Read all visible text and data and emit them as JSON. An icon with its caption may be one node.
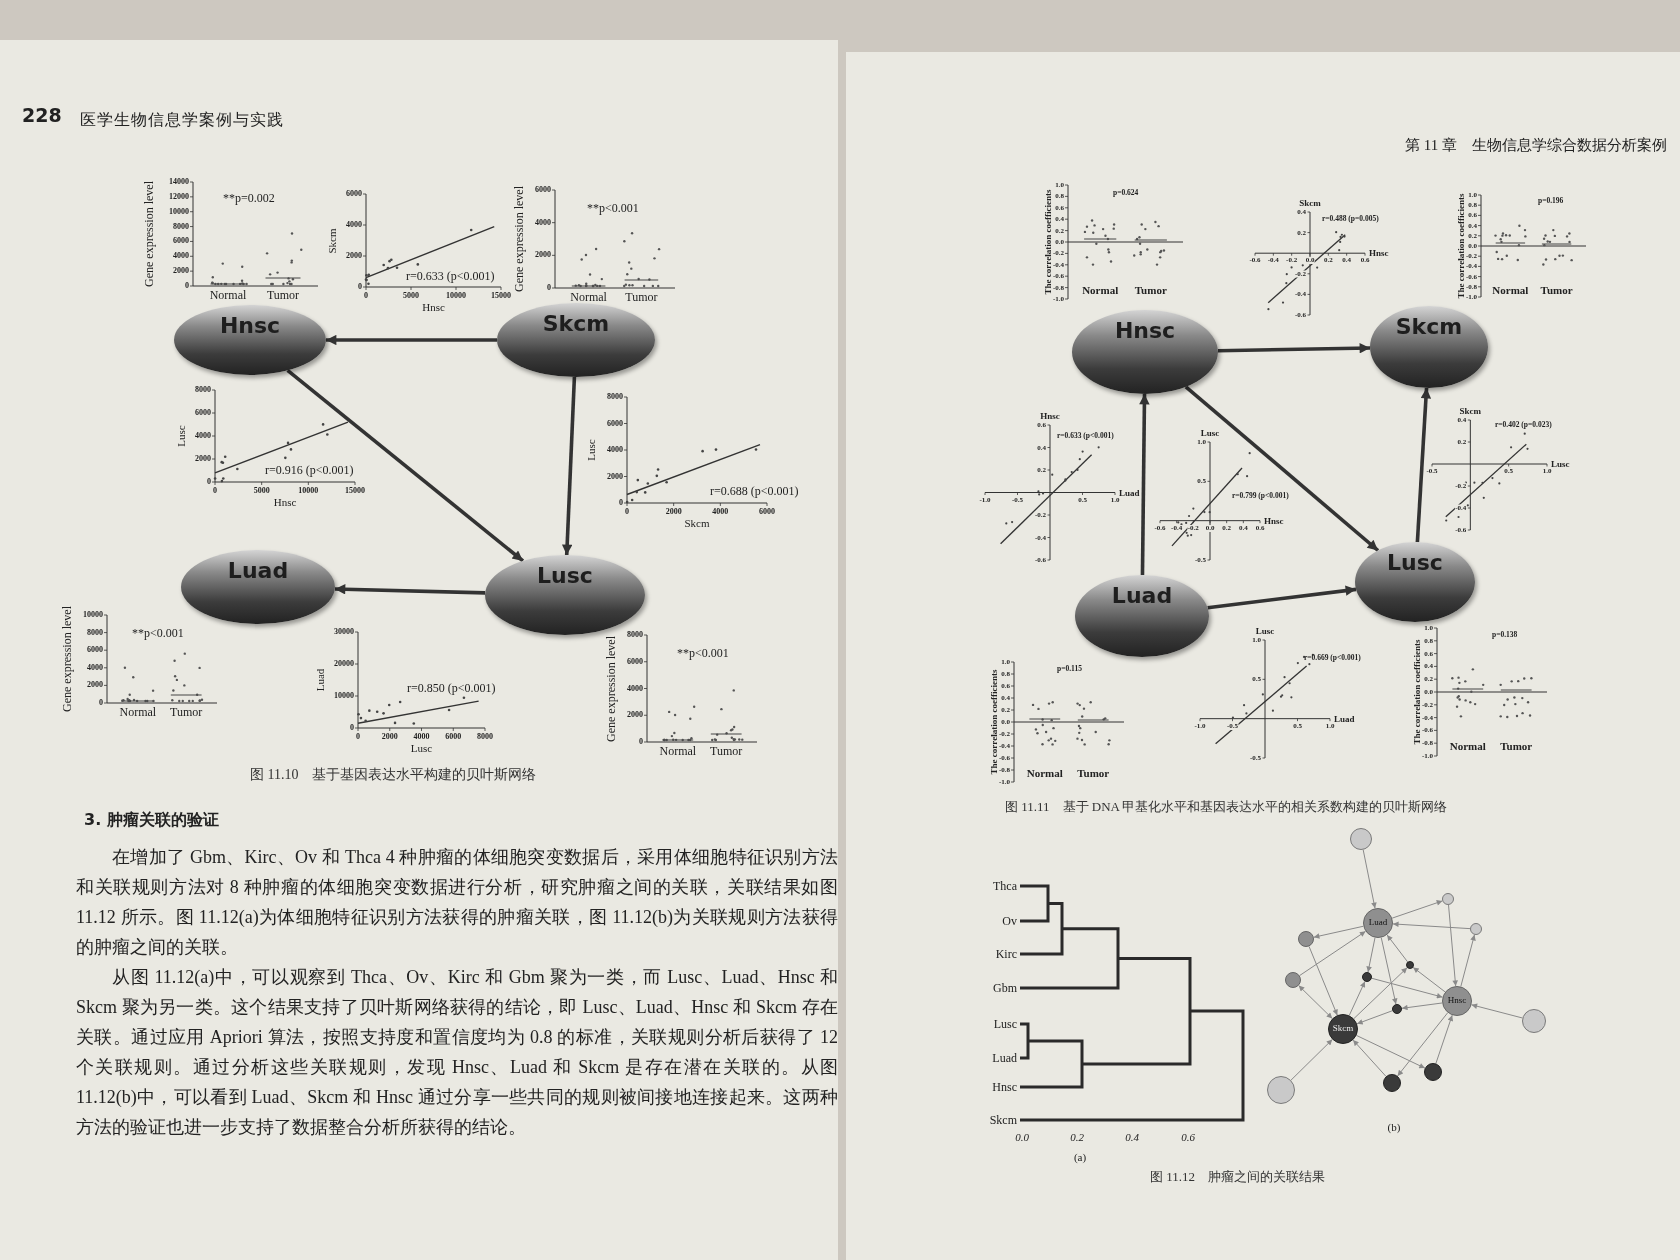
{
  "diagram": {
    "nodes": [
      {
        "text": [
          "Hnsc"
        ]
      },
      {
        "text": [
          "Skcm"
        ]
      },
      {
        "text": [
          "Luad"
        ]
      },
      {
        "text": [
          "Lusc"
        ]
      },
      {
        "text": [
          "Hnsc"
        ]
      },
      {
        "text": [
          "Skcm"
        ]
      },
      {
        "text": [
          "Lusc"
        ]
      },
      {
        "text": [
          "Luad"
        ]
      },
      {
        "text": [],
        "shape": "circle"
      },
      {
        "text": [],
        "shape": "circle"
      },
      {
        "text": [
          "Luad"
        ]
      },
      {
        "text": [],
        "shape": "circle"
      },
      {
        "text": [],
        "shape": "circle"
      },
      {
        "text": [],
        "shape": "circle"
      },
      {
        "text": [],
        "shape": "circle"
      },
      {
        "text": [],
        "shape": "circle"
      },
      {
        "text": [
          "Hnsc"
        ]
      },
      {
        "text": [],
        "shape": "circle"
      },
      {
        "text": [],
        "shape": "circle"
      },
      {
        "text": [
          "Skcm"
        ]
      },
      {
        "text": [],
        "shape": "circle"
      },
      {
        "text": [],
        "shape": "circle"
      },
      {
        "text": [],
        "shape": "circle"
      }
    ],
    "edges": [
      {
        "from": 1,
        "to": 0,
        "arrow": "to",
        "style": "thick",
        "color": "#333333"
      },
      {
        "from": 0,
        "to": 3,
        "arrow": "to",
        "style": "thick",
        "color": "#333333"
      },
      {
        "from": 1,
        "to": 3,
        "arrow": "to",
        "style": "thick",
        "color": "#333333"
      },
      {
        "from": 3,
        "to": 2,
        "arrow": "to",
        "style": "thick",
        "color": "#333333"
      },
      {
        "from": 4,
        "to": 5,
        "arrow": "to",
        "style": "thick",
        "color": "#333333"
      },
      {
        "from": 4,
        "to": 6,
        "arrow": "to",
        "style": "thick",
        "color": "#333333"
      },
      {
        "from": 6,
        "to": 5,
        "arrow": "to",
        "style": "thick",
        "color": "#333333"
      },
      {
        "from": 7,
        "to": 4,
        "arrow": "to",
        "style": "thick",
        "color": "#333333"
      },
      {
        "from": 7,
        "to": 6,
        "arrow": "to",
        "style": "thick",
        "color": "#333333"
      },
      {
        "from": 8,
        "to": 10,
        "arrow": "to"
      },
      {
        "from": 10,
        "to": 9,
        "arrow": "to"
      },
      {
        "from": 11,
        "to": 10,
        "arrow": "to"
      },
      {
        "from": 10,
        "to": 12,
        "arrow": "to"
      },
      {
        "from": 15,
        "to": 10,
        "arrow": "to"
      },
      {
        "from": 10,
        "to": 14,
        "arrow": "to"
      },
      {
        "from": 10,
        "to": 17,
        "arrow": "to"
      },
      {
        "from": 13,
        "to": 10,
        "arrow": "to"
      },
      {
        "from": 9,
        "to": 16,
        "arrow": "to"
      },
      {
        "from": 16,
        "to": 11,
        "arrow": "to"
      },
      {
        "from": 12,
        "to": 19,
        "arrow": "to"
      },
      {
        "from": 19,
        "to": 15,
        "arrow": "both"
      },
      {
        "from": 14,
        "to": 16,
        "arrow": "to"
      },
      {
        "from": 16,
        "to": 13,
        "arrow": "to"
      },
      {
        "from": 16,
        "to": 17,
        "arrow": "to"
      },
      {
        "from": 19,
        "to": 14,
        "arrow": "to"
      },
      {
        "from": 19,
        "to": 13,
        "arrow": "to"
      },
      {
        "from": 17,
        "to": 19,
        "arrow": "to"
      },
      {
        "from": 18,
        "to": 16,
        "arrow": "to"
      },
      {
        "from": 16,
        "to": 21,
        "arrow": "to"
      },
      {
        "from": 20,
        "to": 16,
        "arrow": "to"
      },
      {
        "from": 19,
        "to": 20,
        "arrow": "to"
      },
      {
        "from": 21,
        "to": 19,
        "arrow": "to"
      },
      {
        "from": 22,
        "to": 19,
        "arrow": "to"
      }
    ],
    "labels": [
      "228",
      "医学生物信息学案例与实践",
      "Gene expression level",
      "14000",
      "12000",
      "10000",
      "8000",
      "6000",
      "4000",
      "2000",
      "0",
      "**p=0.002",
      "Normal",
      "Tumor",
      "Skcm",
      "6000",
      "4000",
      "2000",
      "0",
      "0",
      "5000",
      "10000",
      "15000",
      "Hnsc",
      "r=0.633 (p<0.001)",
      "Gene expression level",
      "6000",
      "4000",
      "2000",
      "0",
      "**p<0.001",
      "Normal",
      "Tumor",
      "Lusc",
      "8000",
      "6000",
      "4000",
      "2000",
      "0",
      "0",
      "5000",
      "10000",
      "15000",
      "Hnsc",
      "r=0.916 (p<0.001)",
      "Lusc",
      "8000",
      "6000",
      "4000",
      "2000",
      "0",
      "0",
      "2000",
      "4000",
      "6000",
      "Skcm",
      "r=0.688 (p<0.001)",
      "Gene expression level",
      "10000",
      "8000",
      "6000",
      "4000",
      "2000",
      "0",
      "**p<0.001",
      "Normal",
      "Tumor",
      "Luad",
      "30000",
      "20000",
      "10000",
      "0",
      "0",
      "2000",
      "4000",
      "6000",
      "8000",
      "Lusc",
      "r=0.850 (p<0.001)",
      "Gene expression level",
      "8000",
      "6000",
      "4000",
      "2000",
      "0",
      "**p<0.001",
      "Normal",
      "Tumor",
      "图 11.10　基于基因表达水平构建的贝叶斯网络",
      "3. 肿瘤关联的验证",
      "在增加了 Gbm、Kirc、Ov 和 Thca 4 种肿瘤的体细胞突变数据后，采用体细胞特征识别方法和关联规则方法对 8 种肿瘤的体细胞突变数据进行分析，研究肿瘤之间的关联，关联结果如图 11.12 所示。图 11.12(a)为体细胞特征识别方法获得的肿瘤关联，图 11.12(b)为关联规则方法获得的肿瘤之间的关联。",
      "从图 11.12(a)中，可以观察到 Thca、Ov、Kirc 和 Gbm 聚为一类，而 Lusc、Luad、Hnsc 和 Skcm 聚为另一类。这个结果支持了贝叶斯网络获得的结论，即 Lusc、Luad、Hnsc 和 Skcm 存在关联。通过应用 Apriori 算法，按照支持度和置信度均为 0.8 的标准，关联规则分析后获得了 12 个关联规则。通过分析这些关联规则，发现 Hnsc、Luad 和 Skcm 是存在潜在关联的。从图 11.12(b)中，可以看到 Luad、Skcm 和 Hnsc 通过分享一些共同的规则被间接地连接起来。这两种方法的验证也进一步支持了数据整合分析所获得的结论。",
      "第 11 章　生物信息学综合数据分析案例",
      "The correlation coefficients",
      "1.0",
      "0.8",
      "0.6",
      "0.4",
      "0.2",
      "0.0",
      "-0.2",
      "-0.4",
      "-0.6",
      "-0.8",
      "-1.0",
      "p=0.624",
      "Normal",
      "Tumor",
      "Skcm",
      "0.4",
      "0.2",
      "-0.2",
      "-0.4",
      "-0.6",
      "-0.6",
      "-0.4",
      "-0.2",
      "0.0",
      "0.2",
      "0.4",
      "0.6",
      "Hnsc",
      "r=0.488 (p=0.005)",
      "The correlation coefficients",
      "1.0",
      "0.8",
      "0.6",
      "0.4",
      "0.2",
      "0.0",
      "-0.2",
      "-0.4",
      "-0.6",
      "-0.8",
      "-1.0",
      "p=0.196",
      "Normal",
      "Tumor",
      "Hnsc",
      "0.6",
      "0.4",
      "0.2",
      "-0.2",
      "-0.4",
      "-0.6",
      "-1.0",
      "-0.5",
      "0.5",
      "1.0",
      "Luad",
      "r=0.633 (p<0.001)",
      "Lusc",
      "1.0",
      "0.5",
      "-0.5",
      "-0.6",
      "-0.4",
      "-0.2",
      "0.0",
      "0.2",
      "0.4",
      "0.6",
      "Hnsc",
      "r=0.799 (p<0.001)",
      "Skcm",
      "0.4",
      "0.2",
      "-0.2",
      "-0.4",
      "-0.6",
      "-0.5",
      "0.5",
      "1.0",
      "Lusc",
      "r=0.402 (p=0.023)",
      "The correlation coefficients",
      "1.0",
      "0.8",
      "0.6",
      "0.4",
      "0.2",
      "0.0",
      "-0.2",
      "-0.4",
      "-0.6",
      "-0.8",
      "-1.0",
      "p=0.115",
      "Normal",
      "Tumor",
      "Lusc",
      "1.0",
      "0.5",
      "-0.5",
      "-1.0",
      "-0.5",
      "0.5",
      "1.0",
      "Luad",
      "r=0.669 (p<0.001)",
      "The correlation coefficients",
      "1.0",
      "0.8",
      "0.6",
      "0.4",
      "0.2",
      "0.0",
      "-0.2",
      "-0.4",
      "-0.6",
      "-0.8",
      "-1.0",
      "p=0.138",
      "Normal",
      "Tumor",
      "图 11.11　基于 DNA 甲基化水平和基因表达水平的相关系数构建的贝叶斯网络",
      "Thca",
      "Ov",
      "Kirc",
      "Gbm",
      "Lusc",
      "Luad",
      "Hnsc",
      "Skcm",
      "0.0",
      "0.2",
      "0.4",
      "0.6",
      "(a)",
      "(b)",
      "图 11.12　肿瘤之间的关联结果"
    ]
  }
}
